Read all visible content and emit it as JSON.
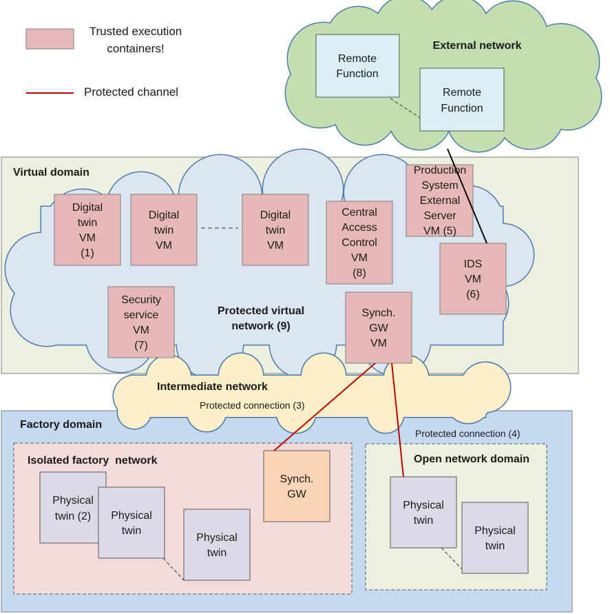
{
  "legend": {
    "containers_line1": "Trusted execution",
    "containers_line2": "containers!",
    "channel": "Protected channel"
  },
  "external": {
    "title": "External network",
    "remote1": [
      "Remote",
      "Function"
    ],
    "remote2": [
      "Remote",
      "Function"
    ]
  },
  "virtual": {
    "title": "Virtual domain",
    "protected_line1": "Protected virtual",
    "protected_line2": "network (9)",
    "dt1": [
      "Digital",
      "twin",
      "VM",
      "(1)"
    ],
    "dt2": [
      "Digital",
      "twin",
      "VM"
    ],
    "dt3": [
      "Digital",
      "twin",
      "VM"
    ],
    "cac": [
      "Central",
      "Access",
      "Control",
      "VM",
      "(8)"
    ],
    "prod": [
      "Production",
      "System",
      "External",
      "Server",
      "VM (5)"
    ],
    "ids": [
      "IDS",
      "VM",
      "(6)"
    ],
    "sec": [
      "Security",
      "service",
      "VM",
      "(7)"
    ],
    "sync": [
      "Synch.",
      "GW",
      "VM"
    ]
  },
  "intermediate": {
    "title": "Intermediate network",
    "connection": "Protected connection (3)"
  },
  "factory": {
    "title": "Factory domain",
    "connection": "Protected connection (4)",
    "isolated_title": "Isolated factory  network",
    "open_title": "Open network domain",
    "pt2": [
      "Physical",
      "twin (2)"
    ],
    "pt_a": [
      "Physical",
      "twin"
    ],
    "pt_b": [
      "Physical",
      "twin"
    ],
    "sync_gw": [
      "Synch.",
      "GW"
    ],
    "pt_open1": [
      "Physical",
      "twin"
    ],
    "pt_open2": [
      "Physical",
      "twin"
    ]
  },
  "colors": {
    "trusted_fill": "#e6b9b8",
    "trusted_stroke": "#7f7f7f",
    "channel": "#c00000",
    "external_cloud": "#c4dfaf",
    "virtual_bg": "#ebf1de",
    "virtual_cloud": "#dce6f2",
    "cloud_stroke": "#4a7ab0",
    "intermediate_cloud": "#fdefc8",
    "factory_bg": "#c5d9f1",
    "isolated_bg": "#f2dcdb",
    "open_bg": "#ebf1de",
    "physical_fill": "#ddd9e6",
    "remote_fill": "#dbeef4",
    "sync_gw_fill": "#fbd5b5"
  }
}
